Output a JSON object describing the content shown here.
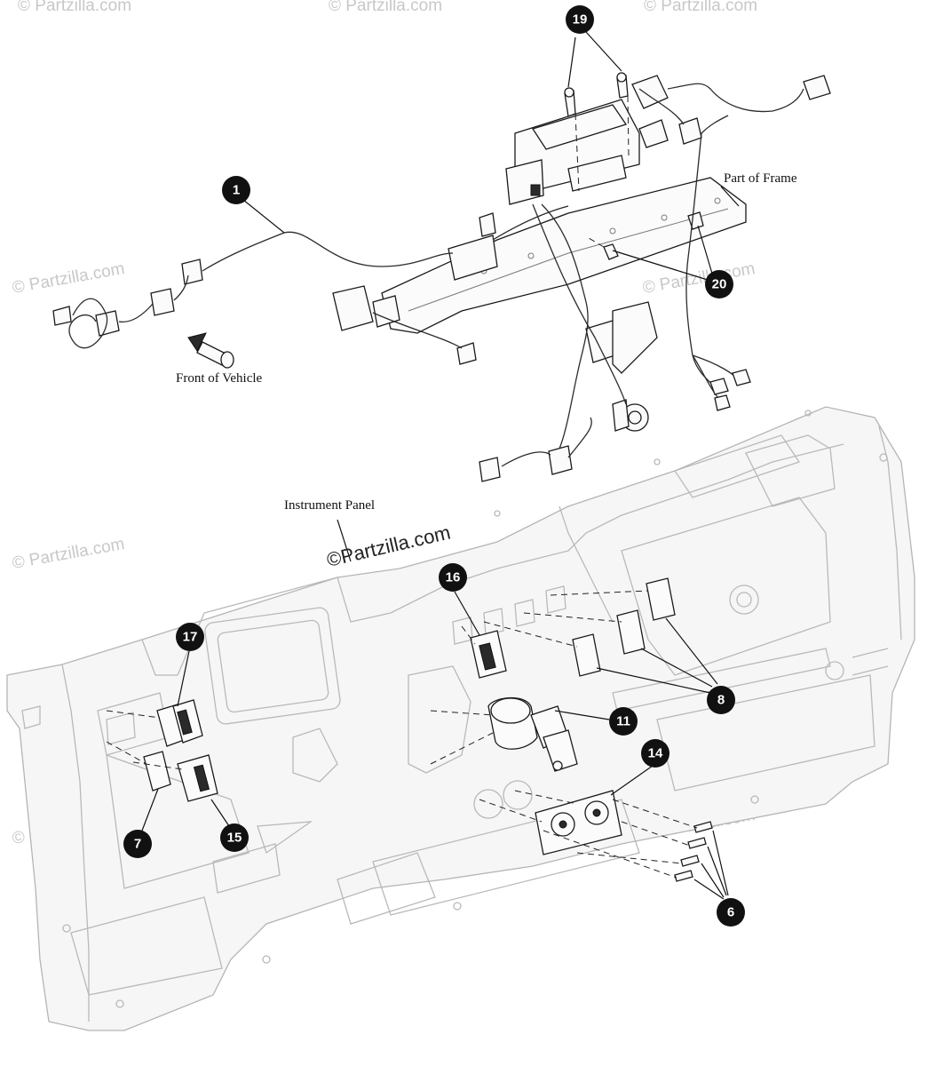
{
  "labels": {
    "part_of_frame": "Part of Frame",
    "front_of_vehicle": "Front of Vehicle",
    "instrument_panel": "Instrument Panel"
  },
  "brand_mark": "©Partzilla.com",
  "watermark": "© Partzilla.com",
  "callouts": [
    {
      "id": "c19",
      "number": "19"
    },
    {
      "id": "c1",
      "number": "1"
    },
    {
      "id": "c20",
      "number": "20"
    },
    {
      "id": "c16",
      "number": "16"
    },
    {
      "id": "c17",
      "number": "17"
    },
    {
      "id": "c8",
      "number": "8"
    },
    {
      "id": "c11",
      "number": "11"
    },
    {
      "id": "c14",
      "number": "14"
    },
    {
      "id": "c7",
      "number": "7"
    },
    {
      "id": "c15",
      "number": "15"
    },
    {
      "id": "c6",
      "number": "6"
    }
  ],
  "colors": {
    "callout_fill": "#111111",
    "callout_text": "#ffffff",
    "line_art": "#1a1a1a",
    "panel_art": "#b9b9b9",
    "watermark": "#c8c8c8"
  }
}
